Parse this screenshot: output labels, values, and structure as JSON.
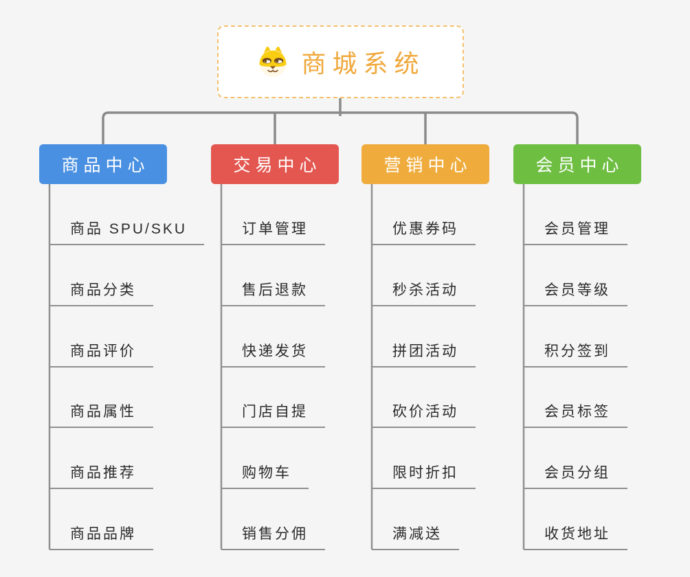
{
  "root": {
    "title": "商城系统",
    "icon": "shiba-dog-icon",
    "accent_color": "#F0A83C",
    "border_color": "#F3C06C"
  },
  "branches": [
    {
      "label": "商品中心",
      "color": "#4A90E2",
      "items": [
        "商品 SPU/SKU",
        "商品分类",
        "商品评价",
        "商品属性",
        "商品推荐",
        "商品品牌"
      ]
    },
    {
      "label": "交易中心",
      "color": "#E35750",
      "items": [
        "订单管理",
        "售后退款",
        "快递发货",
        "门店自提",
        "购物车",
        "销售分佣"
      ]
    },
    {
      "label": "营销中心",
      "color": "#EFAC3D",
      "items": [
        "优惠券码",
        "秒杀活动",
        "拼团活动",
        "砍价活动",
        "限时折扣",
        "满减送"
      ]
    },
    {
      "label": "会员中心",
      "color": "#6EBE42",
      "items": [
        "会员管理",
        "会员等级",
        "积分签到",
        "会员标签",
        "会员分组",
        "收货地址"
      ]
    }
  ],
  "connector_color": "#8A8A8A",
  "background_color": "#F5F5F6"
}
